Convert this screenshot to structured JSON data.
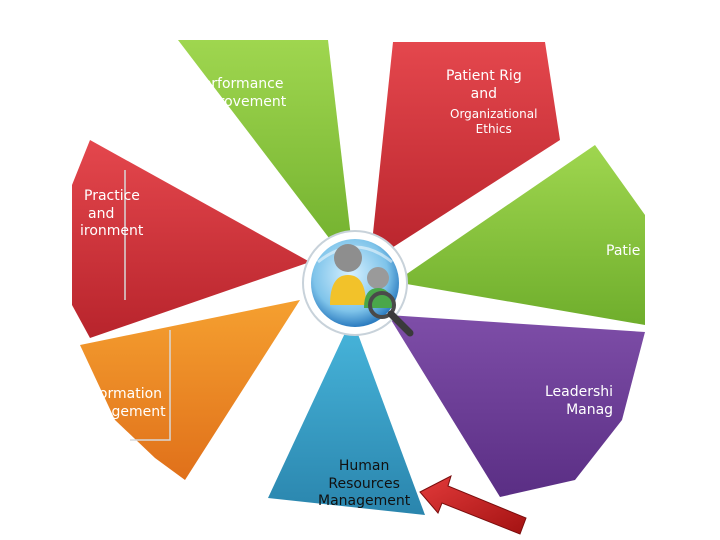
{
  "segments": [
    {
      "id": "performance-improvement",
      "lines": [
        "Performance",
        "Improvement"
      ],
      "color": "#8cc63f"
    },
    {
      "id": "patient-rights",
      "lines": [
        "Patient Rig",
        "and"
      ],
      "sub_lines": [
        "Organizational",
        "Ethics"
      ],
      "color": "#d9363e"
    },
    {
      "id": "patient",
      "lines": [
        "Patie"
      ],
      "color": "#8cc63f"
    },
    {
      "id": "leadership",
      "lines": [
        "Leadershi",
        "Manag"
      ],
      "color": "#6f3f99"
    },
    {
      "id": "human-resources",
      "lines": [
        "Human",
        "Resources",
        "Management"
      ],
      "color": "#3aa0c8"
    },
    {
      "id": "information-management",
      "lines": [
        "formation",
        "nagement"
      ],
      "color": "#f08a1c"
    },
    {
      "id": "practice-environment",
      "lines": [
        "Practice",
        "and",
        "ironment"
      ],
      "color": "#d9363e"
    }
  ],
  "center_icon": "people-search-icon",
  "pointer_icon": "red-arrow-icon"
}
